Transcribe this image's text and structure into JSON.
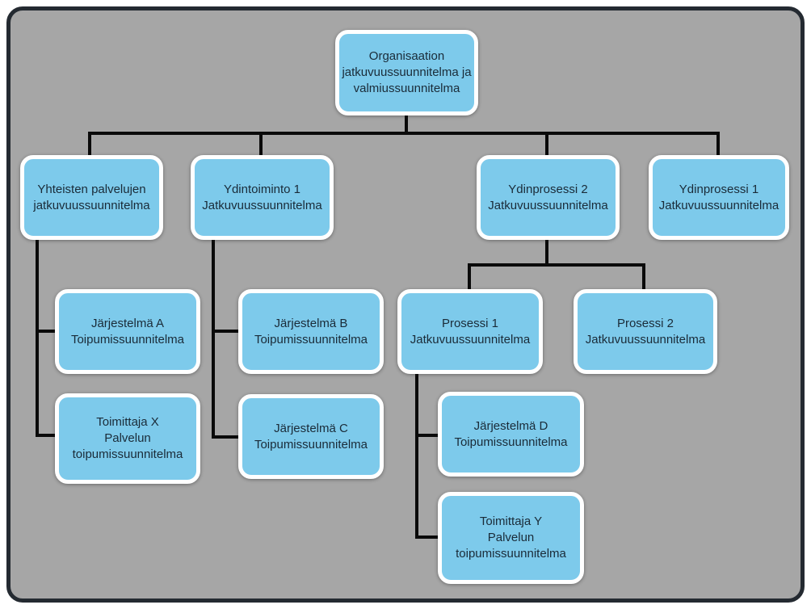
{
  "diagram": {
    "type": "org-chart-tree",
    "language": "fi",
    "colors": {
      "page_background": "#ffffff",
      "frame_fill": "#a6a6a6",
      "frame_border": "#242a31",
      "node_fill": "#7dcaeb",
      "node_border": "#ffffff",
      "connector": "#0a0a0a",
      "text": "#1a2b38"
    },
    "nodes": [
      {
        "id": "root",
        "label": "Organisaation\njatkuvuussuunnitelma ja\nvalmiussuunnitelma",
        "children": [
          "yhteiset-palvelut",
          "ydintoiminto-1",
          "ydinprosessi-2",
          "ydinprosessi-1"
        ]
      },
      {
        "id": "yhteiset-palvelut",
        "label": "Yhteisten palvelujen\njatkuvuussuunnitelma",
        "children": [
          "jarjestelma-a",
          "toimittaja-x"
        ]
      },
      {
        "id": "ydintoiminto-1",
        "label": "Ydintoiminto 1\nJatkuvuussuunnitelma",
        "children": [
          "jarjestelma-b",
          "jarjestelma-c"
        ]
      },
      {
        "id": "ydinprosessi-2",
        "label": "Ydinprosessi 2\nJatkuvuussuunnitelma",
        "children": [
          "prosessi-1",
          "prosessi-2"
        ]
      },
      {
        "id": "ydinprosessi-1",
        "label": "Ydinprosessi 1\nJatkuvuussuunnitelma",
        "children": []
      },
      {
        "id": "jarjestelma-a",
        "label": "Järjestelmä A\nToipumissuunnitelma",
        "children": []
      },
      {
        "id": "toimittaja-x",
        "label": "Toimittaja X\nPalvelun\ntoipumissuunnitelma",
        "children": []
      },
      {
        "id": "jarjestelma-b",
        "label": "Järjestelmä B\nToipumissuunnitelma",
        "children": []
      },
      {
        "id": "jarjestelma-c",
        "label": "Järjestelmä C\nToipumissuunnitelma",
        "children": []
      },
      {
        "id": "prosessi-1",
        "label": "Prosessi 1\nJatkuvuussuunnitelma",
        "children": [
          "jarjestelma-d",
          "toimittaja-y"
        ]
      },
      {
        "id": "prosessi-2",
        "label": "Prosessi 2\nJatkuvuussuunnitelma",
        "children": []
      },
      {
        "id": "jarjestelma-d",
        "label": "Järjestelmä D\nToipumissuunnitelma",
        "children": []
      },
      {
        "id": "toimittaja-y",
        "label": "Toimittaja Y\nPalvelun\ntoipumissuunnitelma",
        "children": []
      }
    ]
  }
}
